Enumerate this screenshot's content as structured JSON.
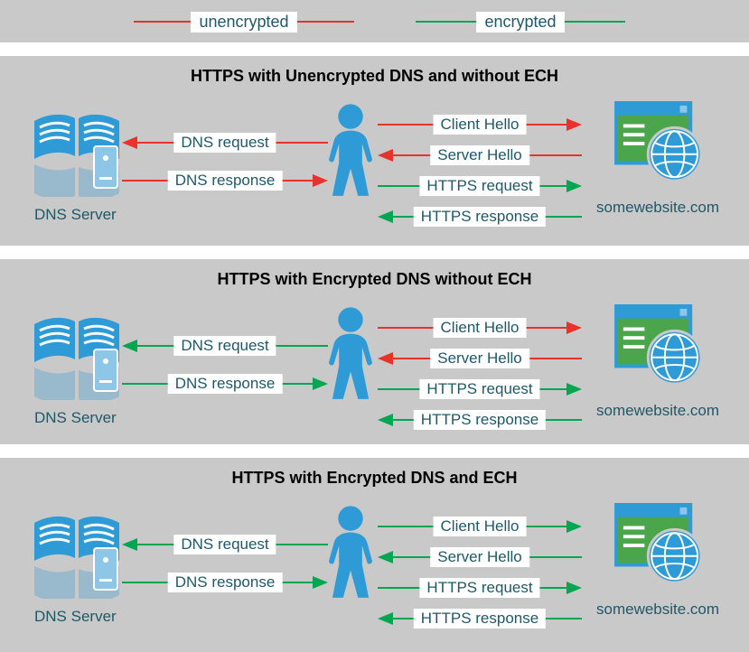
{
  "colors": {
    "unencrypted": "#e8322a",
    "encrypted": "#00a650",
    "icon_blue": "#2e9bd6",
    "icon_blue_light": "#8ec6e8",
    "icon_green": "#4ba64b",
    "panel_bg": "#c9c9c9",
    "label_text": "#205868"
  },
  "legend": {
    "unencrypted": "unencrypted",
    "encrypted": "encrypted"
  },
  "panels": [
    {
      "title": "HTTPS with Unencrypted DNS and without ECH",
      "dns_server_label": "DNS Server",
      "website_label": "somewebsite.com",
      "arrows": {
        "dns_request": {
          "label": "DNS request",
          "direction": "left",
          "color": "#e8322a"
        },
        "dns_response": {
          "label": "DNS response",
          "direction": "right",
          "color": "#e8322a"
        },
        "client_hello": {
          "label": "Client Hello",
          "direction": "right",
          "color": "#e8322a"
        },
        "server_hello": {
          "label": "Server Hello",
          "direction": "left",
          "color": "#e8322a"
        },
        "https_request": {
          "label": "HTTPS request",
          "direction": "right",
          "color": "#00a650"
        },
        "https_response": {
          "label": "HTTPS response",
          "direction": "left",
          "color": "#00a650"
        }
      }
    },
    {
      "title": "HTTPS with Encrypted DNS without ECH",
      "dns_server_label": "DNS Server",
      "website_label": "somewebsite.com",
      "arrows": {
        "dns_request": {
          "label": "DNS request",
          "direction": "left",
          "color": "#00a650"
        },
        "dns_response": {
          "label": "DNS response",
          "direction": "right",
          "color": "#00a650"
        },
        "client_hello": {
          "label": "Client Hello",
          "direction": "right",
          "color": "#e8322a"
        },
        "server_hello": {
          "label": "Server Hello",
          "direction": "left",
          "color": "#e8322a"
        },
        "https_request": {
          "label": "HTTPS request",
          "direction": "right",
          "color": "#00a650"
        },
        "https_response": {
          "label": "HTTPS response",
          "direction": "left",
          "color": "#00a650"
        }
      }
    },
    {
      "title": "HTTPS with Encrypted DNS and ECH",
      "dns_server_label": "DNS Server",
      "website_label": "somewebsite.com",
      "arrows": {
        "dns_request": {
          "label": "DNS request",
          "direction": "left",
          "color": "#00a650"
        },
        "dns_response": {
          "label": "DNS response",
          "direction": "right",
          "color": "#00a650"
        },
        "client_hello": {
          "label": "Client Hello",
          "direction": "right",
          "color": "#00a650"
        },
        "server_hello": {
          "label": "Server Hello",
          "direction": "left",
          "color": "#00a650"
        },
        "https_request": {
          "label": "HTTPS request",
          "direction": "right",
          "color": "#00a650"
        },
        "https_response": {
          "label": "HTTPS response",
          "direction": "left",
          "color": "#00a650"
        }
      }
    }
  ]
}
